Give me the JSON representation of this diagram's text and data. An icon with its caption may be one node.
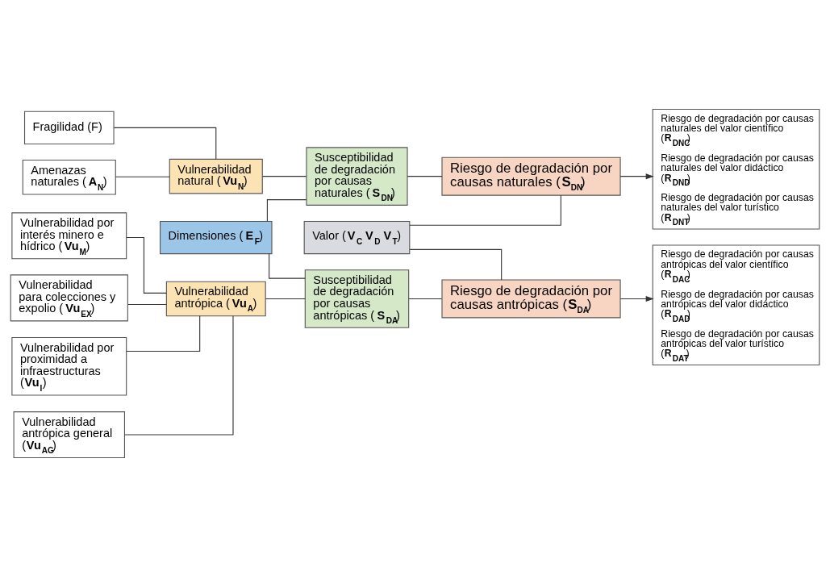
{
  "diagram": {
    "nodes": [
      {
        "text": [
          "Fragilidad (F)"
        ]
      },
      {
        "text": [
          "Amenazas naturales (**A$_{N}$**)"
        ]
      },
      {
        "text": [
          "Vulnerabilidad natural (**Vu$_{N}$**)"
        ]
      },
      {
        "text": [
          "Vulnerabilidad por interés minero e hídrico (**Vu$_{M}$**)"
        ]
      },
      {
        "text": [
          "Vulnerabilidad para colecciones y expolio (**Vu$_{EX}$**)"
        ]
      },
      {
        "text": [
          "Vulnerabilidad por proximidad a infraestructuras (**Vu$_{I}$**)"
        ]
      },
      {
        "text": [
          "Vulnerabilidad antrópica general (**Vu$_{AG}$**)"
        ]
      },
      {
        "text": [
          "Vulnerabilidad antrópica (**Vu$_{A}$**)"
        ]
      },
      {
        "text": [
          "Dimensiones (**E$_{F}$**)"
        ]
      },
      {
        "text": [
          "Susceptibilidad de degradación por causas naturales (**S$_{DN}$**)"
        ]
      },
      {
        "text": [
          "Susceptibilidad de degradación por causas antrópicas (**S$_{DA}$**)"
        ]
      },
      {
        "text": [
          "Valor (**V$_{C}$** **V$_{D}$** **V$_{T}$**)"
        ]
      },
      {
        "text": [
          "Riesgo de degradación por causas naturales (**S$_{DN}$**)"
        ]
      },
      {
        "text": [
          "Riesgo de degradación por causas antrópicas (**S$_{DA}$**)"
        ]
      },
      {
        "text": [
          "Riesgo de degradación por causas naturales del valor científico (**R$_{DNC}$**)",
          "Riesgo de degradación por causas naturales del valor didáctico (**R$_{DND}$**)",
          "Riesgo de degradación por causas naturales del valor turístico (**R$_{DNT}$**)"
        ]
      },
      {
        "text": [
          "Riesgo de degradación por causas antrópicas del valor científico (**R$_{DAC}$**)",
          "Riesgo de degradación por causas antrópicas del valor didáctico (**R$_{DAD}$**)",
          "Riesgo de degradación por causas antrópicas del valor turístico (**R$_{DAT}$**)"
        ]
      }
    ],
    "edges": [
      {
        "from": 0,
        "to": 2,
        "arrow": "none"
      },
      {
        "from": 1,
        "to": 2,
        "arrow": "none"
      },
      {
        "from": 3,
        "to": 7,
        "arrow": "none"
      },
      {
        "from": 4,
        "to": 7,
        "arrow": "none"
      },
      {
        "from": 5,
        "to": 7,
        "arrow": "none"
      },
      {
        "from": 6,
        "to": 7,
        "arrow": "none"
      },
      {
        "from": 2,
        "to": 9,
        "arrow": "none"
      },
      {
        "from": 8,
        "to": 9,
        "arrow": "none"
      },
      {
        "from": 7,
        "to": 10,
        "arrow": "none"
      },
      {
        "from": 8,
        "to": 10,
        "arrow": "none"
      },
      {
        "from": 9,
        "to": 12,
        "arrow": "none"
      },
      {
        "from": 11,
        "to": 12,
        "arrow": "none"
      },
      {
        "from": 10,
        "to": 13,
        "arrow": "none"
      },
      {
        "from": 11,
        "to": 13,
        "arrow": "none"
      },
      {
        "from": 12,
        "to": 14,
        "arrow": "to"
      },
      {
        "from": 13,
        "to": 15,
        "arrow": "to"
      }
    ]
  }
}
